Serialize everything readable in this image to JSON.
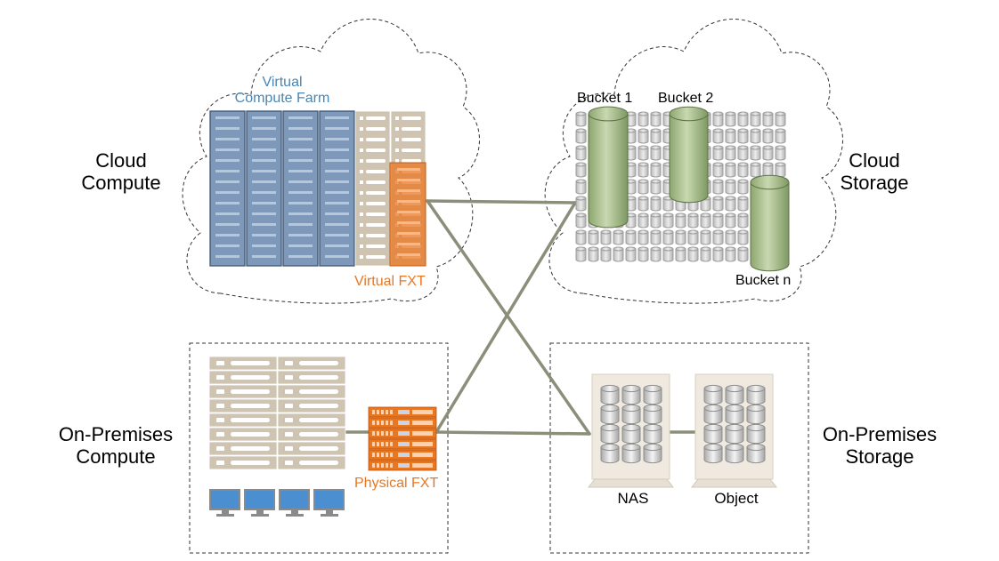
{
  "labels": {
    "cloud_compute": [
      "Cloud",
      "Compute"
    ],
    "cloud_storage": [
      "Cloud",
      "Storage"
    ],
    "onprem_compute": [
      "On-Premises",
      "Compute"
    ],
    "onprem_storage": [
      "On-Premises",
      "Storage"
    ]
  },
  "cloud_compute": {
    "farm_label": [
      "Virtual",
      "Compute Farm"
    ],
    "fxt_label": "Virtual FXT"
  },
  "cloud_storage": {
    "buckets": [
      "Bucket 1",
      "Bucket 2",
      "Bucket n"
    ]
  },
  "onprem_compute": {
    "fxt_label": "Physical FXT"
  },
  "onprem_storage": {
    "nas_label": "NAS",
    "object_label": "Object"
  },
  "colors": {
    "farm_label": "#4a86b4",
    "fxt_orange": "#e87722",
    "link_line": "#8b8f7a",
    "server_blue": "#7d98b8",
    "server_tan": "#cfc4b2",
    "bucket_green": "#a9c08e",
    "monitor_blue": "#4b8fd0"
  }
}
